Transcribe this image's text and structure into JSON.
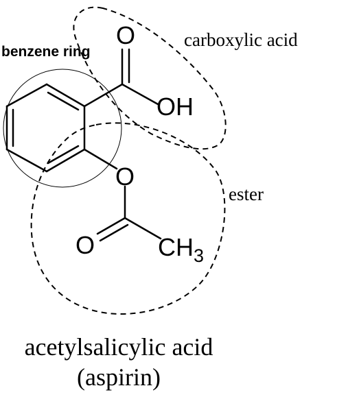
{
  "annotations": {
    "benzene_ring": "benzene ring",
    "carboxylic_acid": "carboxylic acid",
    "ester": "ester"
  },
  "atoms": {
    "carbonyl_oxygen_acid": "O",
    "hydroxyl": "OH",
    "ester_oxygen": "O",
    "carbonyl_oxygen_ester": "O",
    "methyl_c": "CH",
    "methyl_subscript": "3"
  },
  "caption": {
    "line1": "acetylsalicylic acid",
    "line2": "(aspirin)"
  }
}
